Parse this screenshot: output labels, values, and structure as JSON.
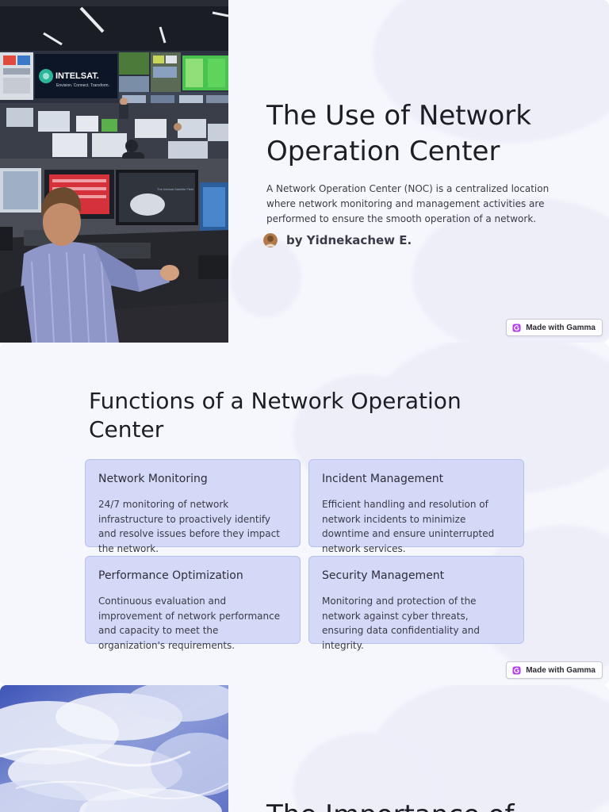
{
  "slide1": {
    "title": "The Use of Network Operation Center",
    "description": "A Network Operation Center (NOC) is a centralized location where network monitoring and management activities are performed to ensure the smooth operation of a network.",
    "byline": "by Yidnekachew E.",
    "photo": {
      "logo_text": "INTELSAT.",
      "logo_tagline": "Envision. Connect. Transform.",
      "monitor_caption": "The Intelsat Satellite Fleet"
    },
    "badge": "Made with Gamma"
  },
  "slide2": {
    "title": "Functions of a Network Operation Center",
    "cards": [
      {
        "title": "Network Monitoring",
        "body": "24/7 monitoring of network infrastructure to proactively identify and resolve issues before they impact the network."
      },
      {
        "title": "Incident Management",
        "body": "Efficient handling and resolution of network incidents to minimize downtime and ensure uninterrupted network services."
      },
      {
        "title": "Performance Optimization",
        "body": "Continuous evaluation and improvement of network performance and capacity to meet the organization's requirements."
      },
      {
        "title": "Security Management",
        "body": "Monitoring and protection of the network against cyber threats, ensuring data confidentiality and integrity."
      }
    ],
    "badge": "Made with Gamma"
  },
  "slide3": {
    "title": "The Importance of"
  },
  "colors": {
    "slide_bg": "#f6f6fd",
    "card_bg": "#d3d9f7",
    "card_border": "#b7c0ef",
    "heading": "#1d1d24",
    "body_text": "#3b3b47",
    "gamma_accent": "#b83cf0"
  },
  "icons": {
    "gamma": "gamma-logo-icon",
    "avatar": "author-avatar"
  }
}
